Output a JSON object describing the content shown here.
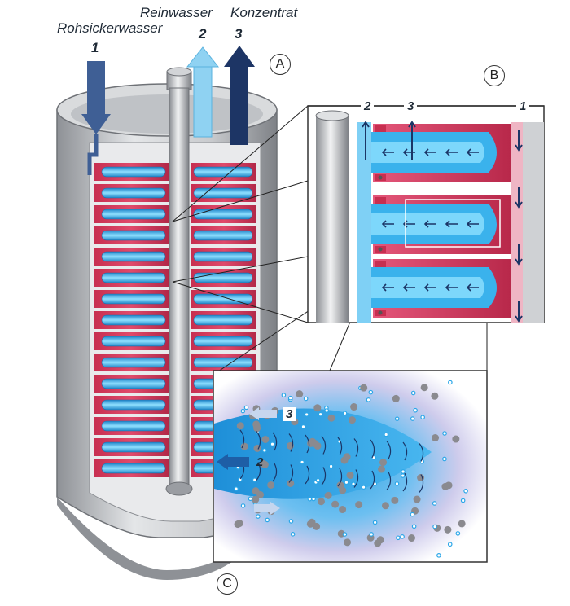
{
  "labels": {
    "rohsickerwasser": "Rohsickerwasser",
    "reinwasser": "Reinwasser",
    "konzentrat": "Konzentrat",
    "n1": "1",
    "n2": "2",
    "n3": "3"
  },
  "panels": {
    "a": "A",
    "b": "B",
    "c": "C"
  },
  "detail_b": {
    "label_2": "2",
    "label_3": "3",
    "label_1": "1"
  },
  "detail_c": {
    "label_3": "3",
    "label_2": "2"
  },
  "colors": {
    "feed_arrow": "#3f5f95",
    "permeate_arrow": "#8fd2f2",
    "concentrate_arrow": "#1d3565",
    "membrane_red": "#d7385a",
    "channel_blue": "#3ab2ec",
    "housing_gray": "#b9bcc1"
  }
}
